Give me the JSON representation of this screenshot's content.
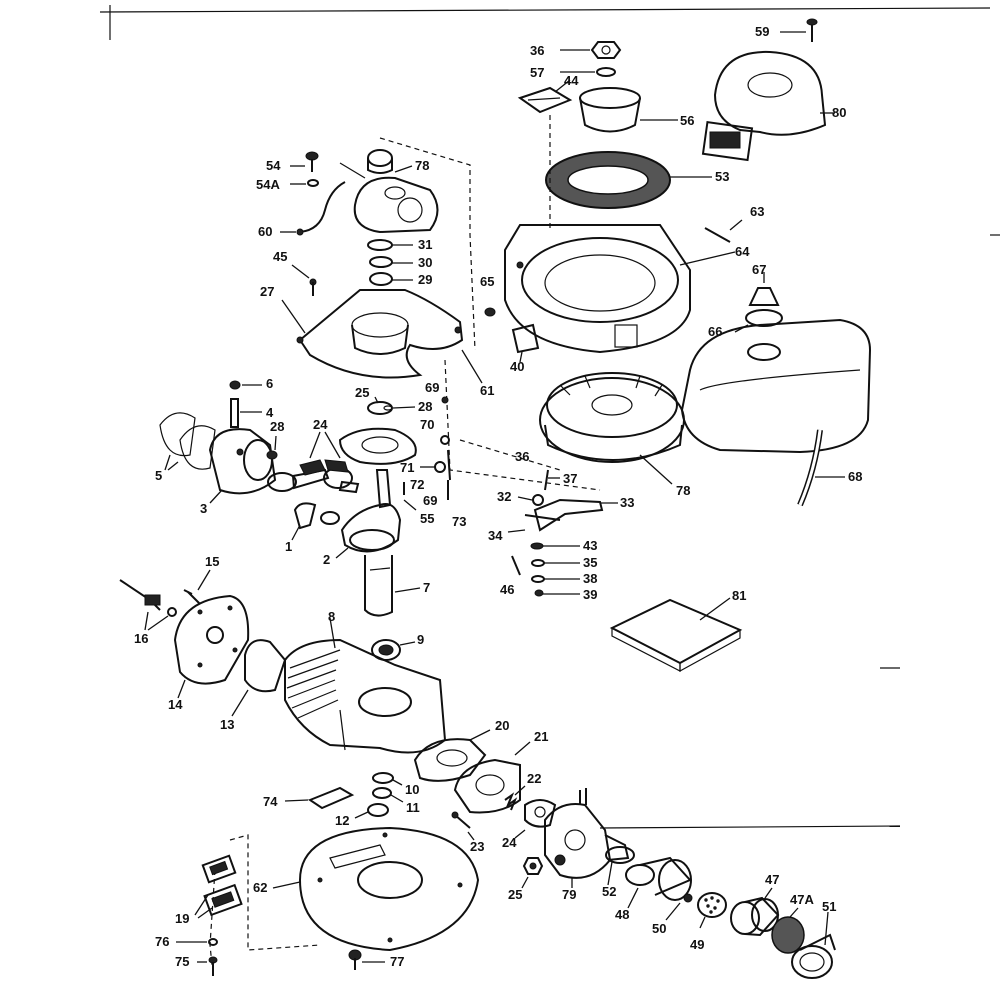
{
  "labels": {
    "l59": "59",
    "l36": "36",
    "l57": "57",
    "l44": "44",
    "l80": "80",
    "l56": "56",
    "l54": "54",
    "l78a": "78",
    "l54a": "54A",
    "l53": "53",
    "l63": "63",
    "l60": "60",
    "l31": "31",
    "l30": "30",
    "l29": "29",
    "l64": "64",
    "l45": "45",
    "l67": "67",
    "l65": "65",
    "l27": "27",
    "l66": "66",
    "l40": "40",
    "l6": "6",
    "l69a": "69",
    "l61": "61",
    "l25a": "25",
    "l28a": "28",
    "l4": "4",
    "l28b": "28",
    "l24a": "24",
    "l70": "70",
    "l36b": "36",
    "l37": "37",
    "l68": "68",
    "l5": "5",
    "l71": "71",
    "l72": "72",
    "l78b": "78",
    "l3": "3",
    "l69b": "69",
    "l32": "32",
    "l33": "33",
    "l55": "55",
    "l73": "73",
    "l34": "34",
    "l1": "1",
    "l43": "43",
    "l2": "2",
    "l35": "35",
    "l46": "46",
    "l38": "38",
    "l39": "39",
    "l15": "15",
    "l7": "7",
    "l81": "81",
    "l8": "8",
    "l16": "16",
    "l9": "9",
    "l14": "14",
    "l13": "13",
    "l20": "20",
    "l21": "21",
    "l22": "22",
    "l74": "74",
    "l10": "10",
    "l11": "11",
    "l12": "12",
    "l23": "23",
    "l24b": "24",
    "l62": "62",
    "l25b": "25",
    "l79": "79",
    "l52": "52",
    "l48": "48",
    "l47": "47",
    "l19": "19",
    "l50": "50",
    "l47a": "47A",
    "l51": "51",
    "l49": "49",
    "l76": "76",
    "l75": "75",
    "l77": "77"
  }
}
